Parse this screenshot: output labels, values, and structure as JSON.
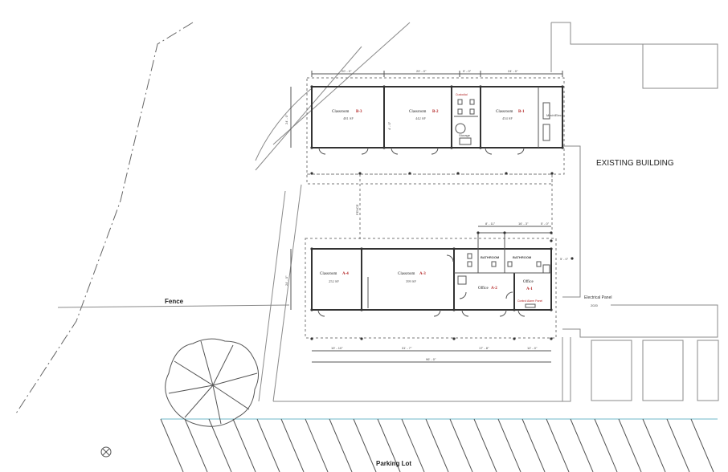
{
  "labels": {
    "existing_building": "EXISTING BUILDING",
    "fence": "Fence",
    "parking_lot": "Parking Lot",
    "electrical_panel": "Electrical Panel",
    "electrical_panel_note": "2020",
    "fence_vertical": "FENCE",
    "fire_alarm_panel": "Control Alarm Panel",
    "custodial": "Custodial",
    "storage": "Storage",
    "mechanical": "Mech/Elec"
  },
  "building_b": {
    "rooms": [
      {
        "label": "Classroom",
        "id": "B-3",
        "area": "481 SF"
      },
      {
        "label": "Classroom",
        "id": "B-2",
        "area": "442 SF"
      },
      {
        "label": "Classroom",
        "id": "B-1",
        "area": "454 SF"
      }
    ],
    "top_dimensions": [
      "20' - 0\"",
      "20' - 0\"",
      "9' - 0\"",
      "24' - 0\""
    ],
    "side_dimension": "24' - 0\"",
    "small_dimension": "4' - 0\""
  },
  "building_a": {
    "rooms": [
      {
        "label": "Classroom",
        "id": "A-4",
        "area": "252 SF"
      },
      {
        "label": "Classroom",
        "id": "A-3",
        "area": "399 SF"
      },
      {
        "label": "Office",
        "id": "A-2",
        "area": ""
      },
      {
        "label": "Office",
        "id": "A-1",
        "area": ""
      }
    ],
    "bathrooms": [
      "BATHROOM",
      "BATHROOM"
    ],
    "top_dimensions": [
      "8' - 11\"",
      "16' - 3\"",
      "5' - 0\""
    ],
    "bottom_dimensions": [
      "19' - 10\"",
      "31' - 7\"",
      "17' - 8\"",
      "12' - 0\""
    ],
    "overall_dimension": "96' - 0\"",
    "side_dimension": "24' - 0\"",
    "door_dimension": "5' - 0\""
  }
}
